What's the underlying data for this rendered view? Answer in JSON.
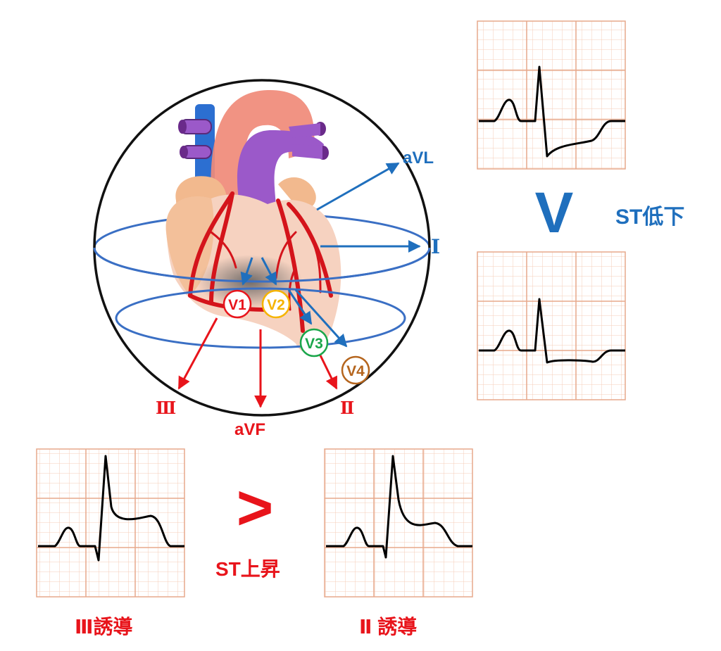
{
  "colors": {
    "lead_blue": "#1f6fbd",
    "lead_red": "#e8141b",
    "grid_line": "#f2c4ac",
    "grid_major": "#e7a98c",
    "ecg_trace": "#000000",
    "v1": "#e8141b",
    "v2": "#f5b400",
    "v3": "#1aa64a",
    "v4": "#b5651d"
  },
  "limb_leads": {
    "avl": "aVL",
    "lead1": "Ⅰ",
    "lead3": "Ⅲ",
    "avf": "aVF",
    "lead2": "Ⅱ"
  },
  "chest_leads": {
    "v1": "V1",
    "v2": "V2",
    "v3": "V3",
    "v4": "V4"
  },
  "comparisons": {
    "depression_symbol": "V",
    "depression_label": "ST低下",
    "elevation_symbol": ">",
    "elevation_label": "ST上昇"
  },
  "captions": {
    "lead3_caption": "Ⅲ誘導",
    "lead2_caption": "Ⅱ 誘導"
  },
  "icons": {
    "heart": "heart-anatomy-icon",
    "sphere": "lead-sphere-icon"
  }
}
